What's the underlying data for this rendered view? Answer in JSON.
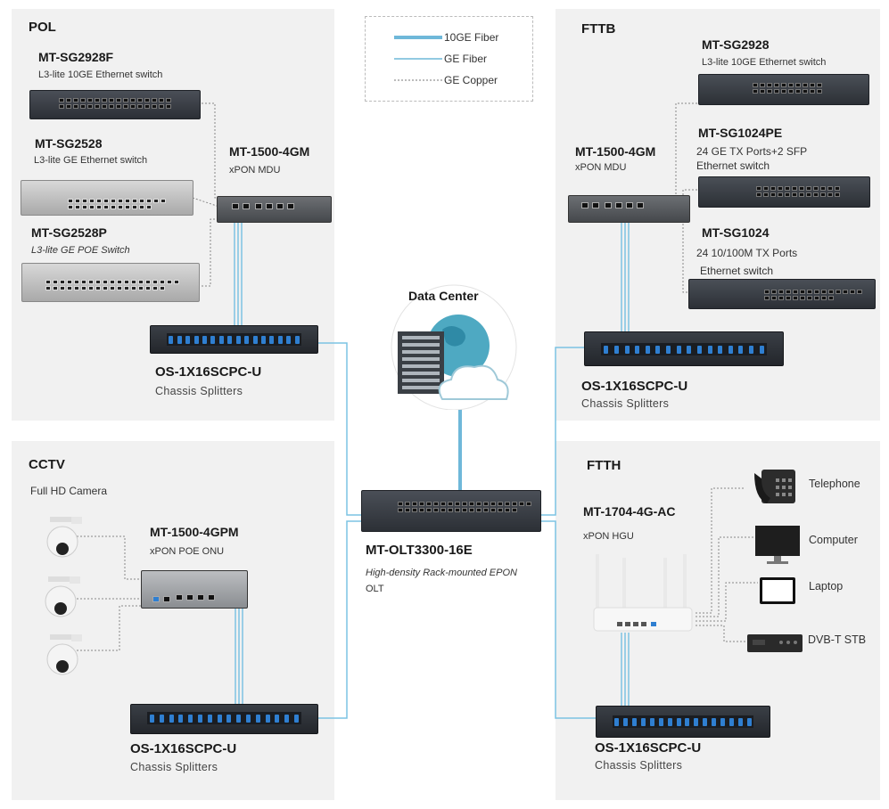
{
  "legend": {
    "items": [
      {
        "label": "10GE Fiber",
        "style": "thick",
        "color": "#6fb8d9"
      },
      {
        "label": "GE Fiber",
        "style": "thin",
        "color": "#6fb8d9"
      },
      {
        "label": "GE Copper",
        "style": "dotted",
        "color": "#777777"
      }
    ]
  },
  "pol": {
    "title": "POL",
    "switch1": {
      "model": "MT-SG2928F",
      "desc": "L3-lite 10GE Ethernet switch"
    },
    "switch2": {
      "model": "MT-SG2528",
      "desc": "L3-lite GE Ethernet switch"
    },
    "switch3": {
      "model": "MT-SG2528P",
      "desc": "L3-lite GE POE Switch"
    },
    "mdu": {
      "model": "MT-1500-4GM",
      "desc": "xPON MDU"
    },
    "splitter": {
      "model": "OS-1X16SCPC-U",
      "desc": "Chassis  Splitters"
    }
  },
  "fttb": {
    "title": "FTTB",
    "switch1": {
      "model": "MT-SG2928",
      "desc": "L3-lite 10GE Ethernet switch"
    },
    "switch2": {
      "model": "MT-SG1024PE",
      "desc_line1": "24 GE TX Ports+2 SFP",
      "desc_line2": "Ethernet switch"
    },
    "switch3": {
      "model": "MT-SG1024",
      "desc_line1": "24 10/100M TX Ports",
      "desc_line2": "Ethernet switch"
    },
    "mdu": {
      "model": "MT-1500-4GM",
      "desc": "xPON MDU"
    },
    "splitter": {
      "model": "OS-1X16SCPC-U",
      "desc": "Chassis  Splitters"
    }
  },
  "center": {
    "datacenter": "Data Center",
    "olt": {
      "model": "MT-OLT3300-16E",
      "desc_line1": "High-density Rack-mounted  EPON",
      "desc_line2": "OLT"
    }
  },
  "cctv": {
    "title": "CCTV",
    "camera_label": "Full HD Camera",
    "onu": {
      "model": "MT-1500-4GPM",
      "desc": "xPON POE ONU"
    },
    "splitter": {
      "model": "OS-1X16SCPC-U",
      "desc": "Chassis  Splitters"
    }
  },
  "ftth": {
    "title": "FTTH",
    "hgu": {
      "model": "MT-1704-4G-AC",
      "desc": "xPON HGU"
    },
    "devices": [
      "Telephone",
      "Computer",
      "Laptop",
      "DVB-T STB"
    ],
    "splitter": {
      "model": "OS-1X16SCPC-U",
      "desc": "Chassis  Splitters"
    }
  }
}
